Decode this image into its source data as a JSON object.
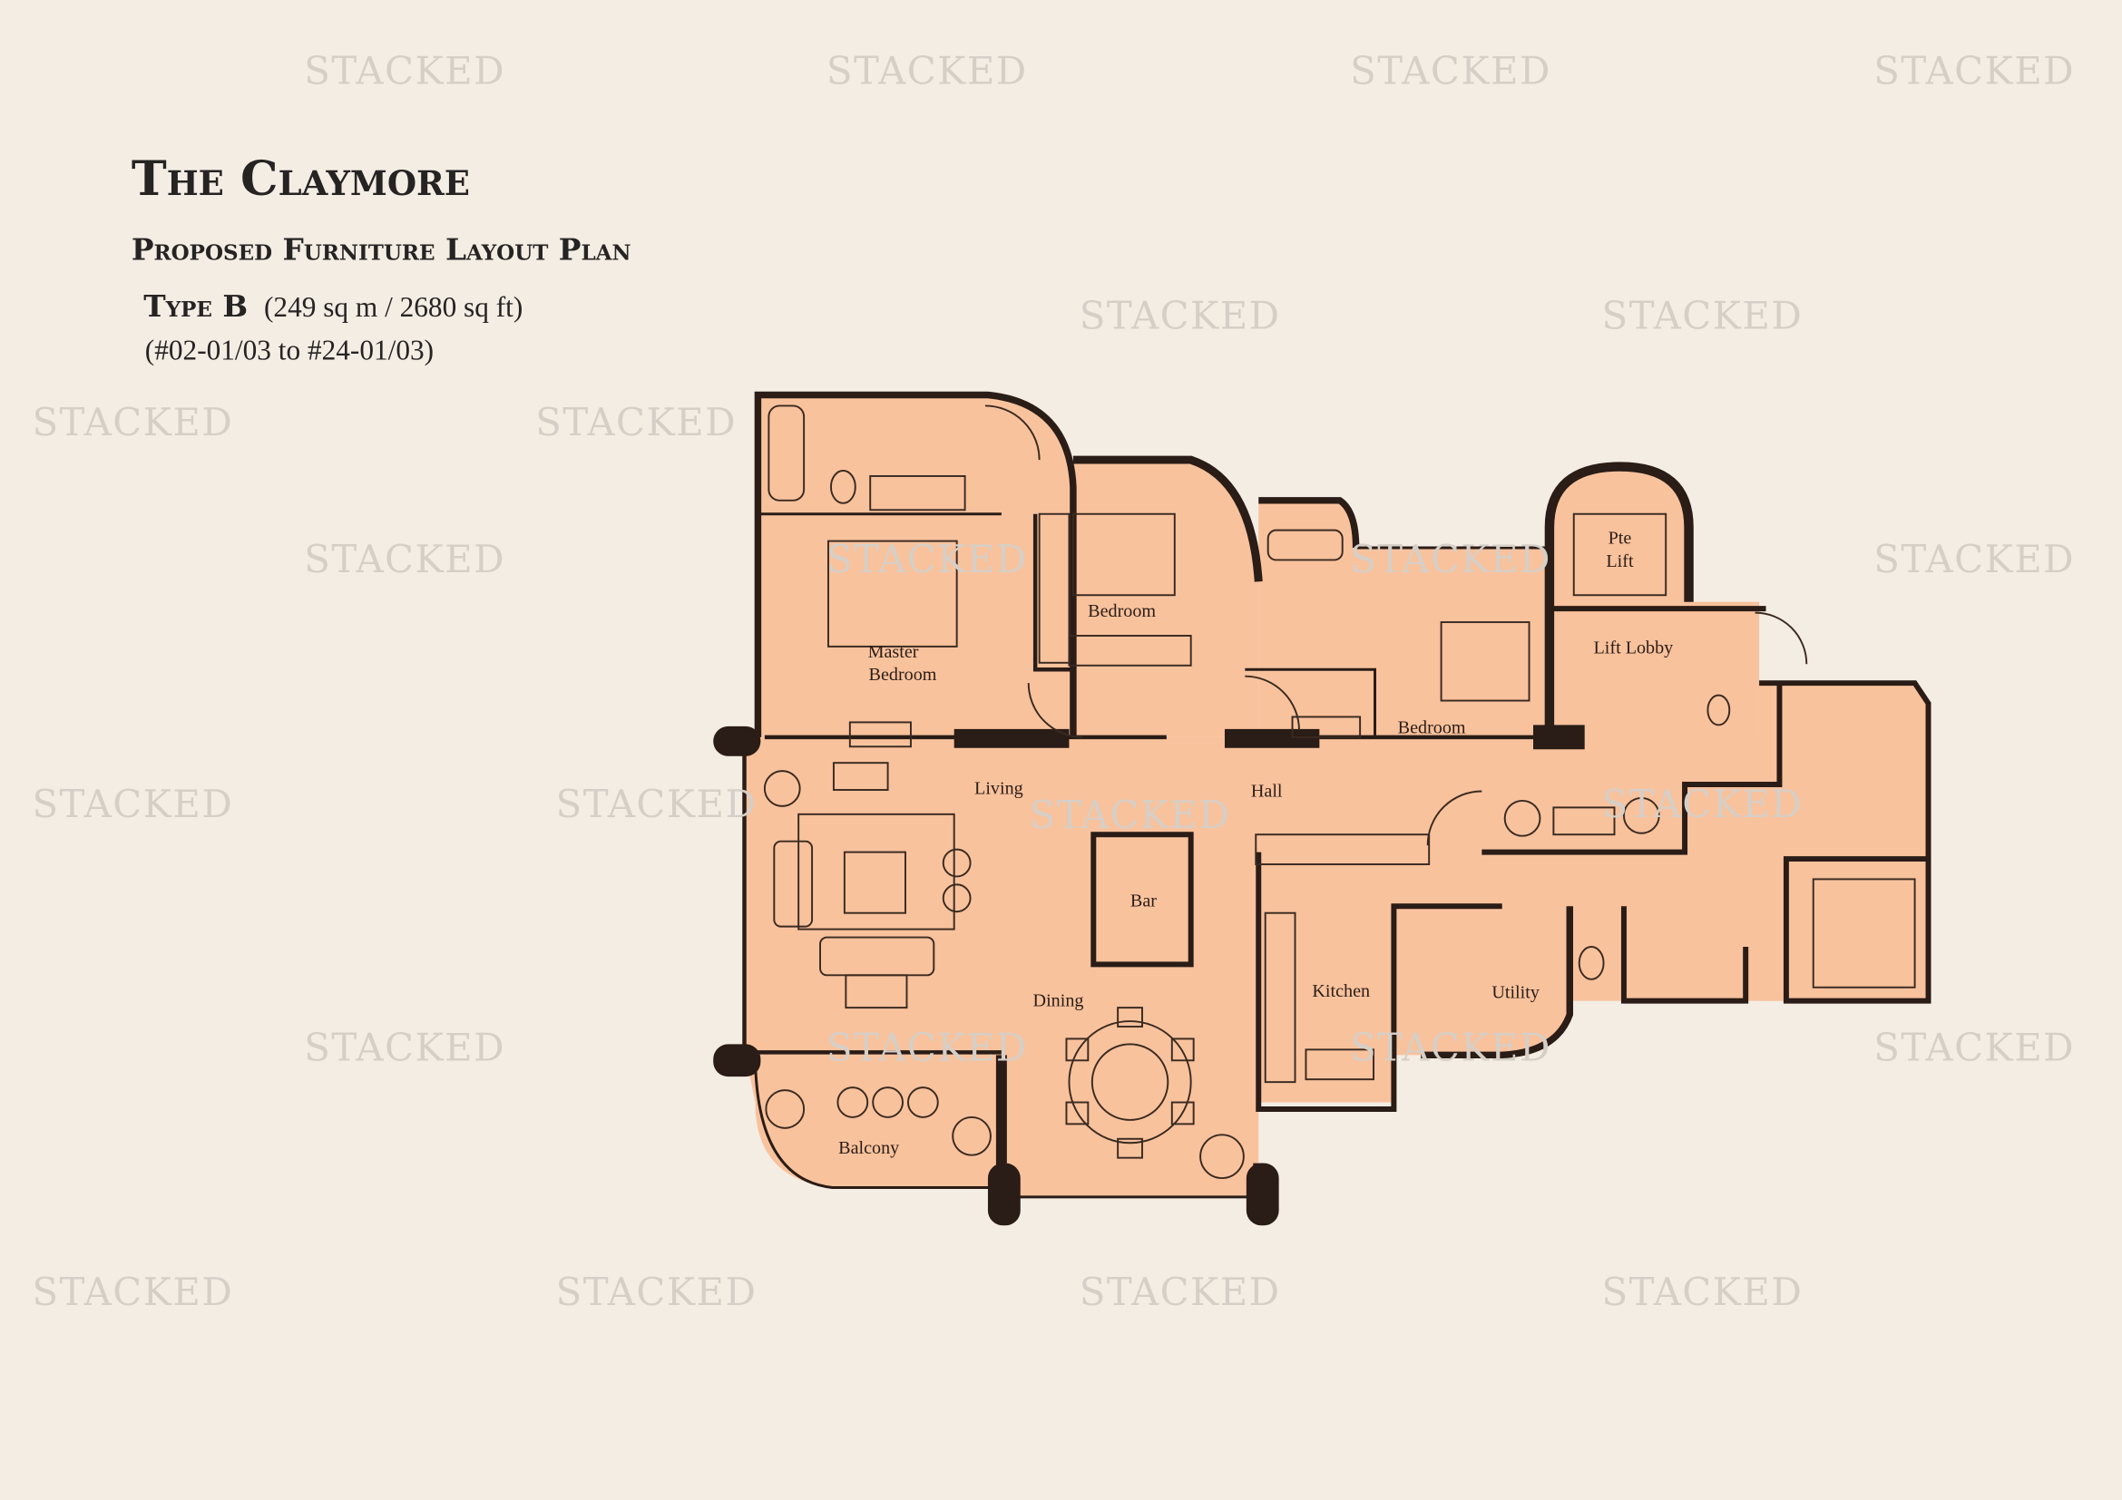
{
  "header": {
    "title": "The Claymore",
    "subtitle": "Proposed Furniture Layout Plan",
    "type_label": "Type B",
    "area": "(249 sq m / 2680 sq ft)",
    "units": "(#02-01/03 to #24-01/03)"
  },
  "watermark": "STACKED",
  "rooms": {
    "master_bedroom_1": "Master",
    "master_bedroom_2": "Bedroom",
    "bedroom_a": "Bedroom",
    "bedroom_b": "Bedroom",
    "pte_lift_1": "Pte",
    "pte_lift_2": "Lift",
    "lift_lobby": "Lift Lobby",
    "living": "Living",
    "hall": "Hall",
    "bar": "Bar",
    "dining": "Dining",
    "kitchen": "Kitchen",
    "utility": "Utility",
    "balcony": "Balcony"
  },
  "colors": {
    "background": "#f4ede4",
    "floor": "#f8c29d",
    "walls": "#2a1c16",
    "watermark": "#d6cfc7"
  }
}
